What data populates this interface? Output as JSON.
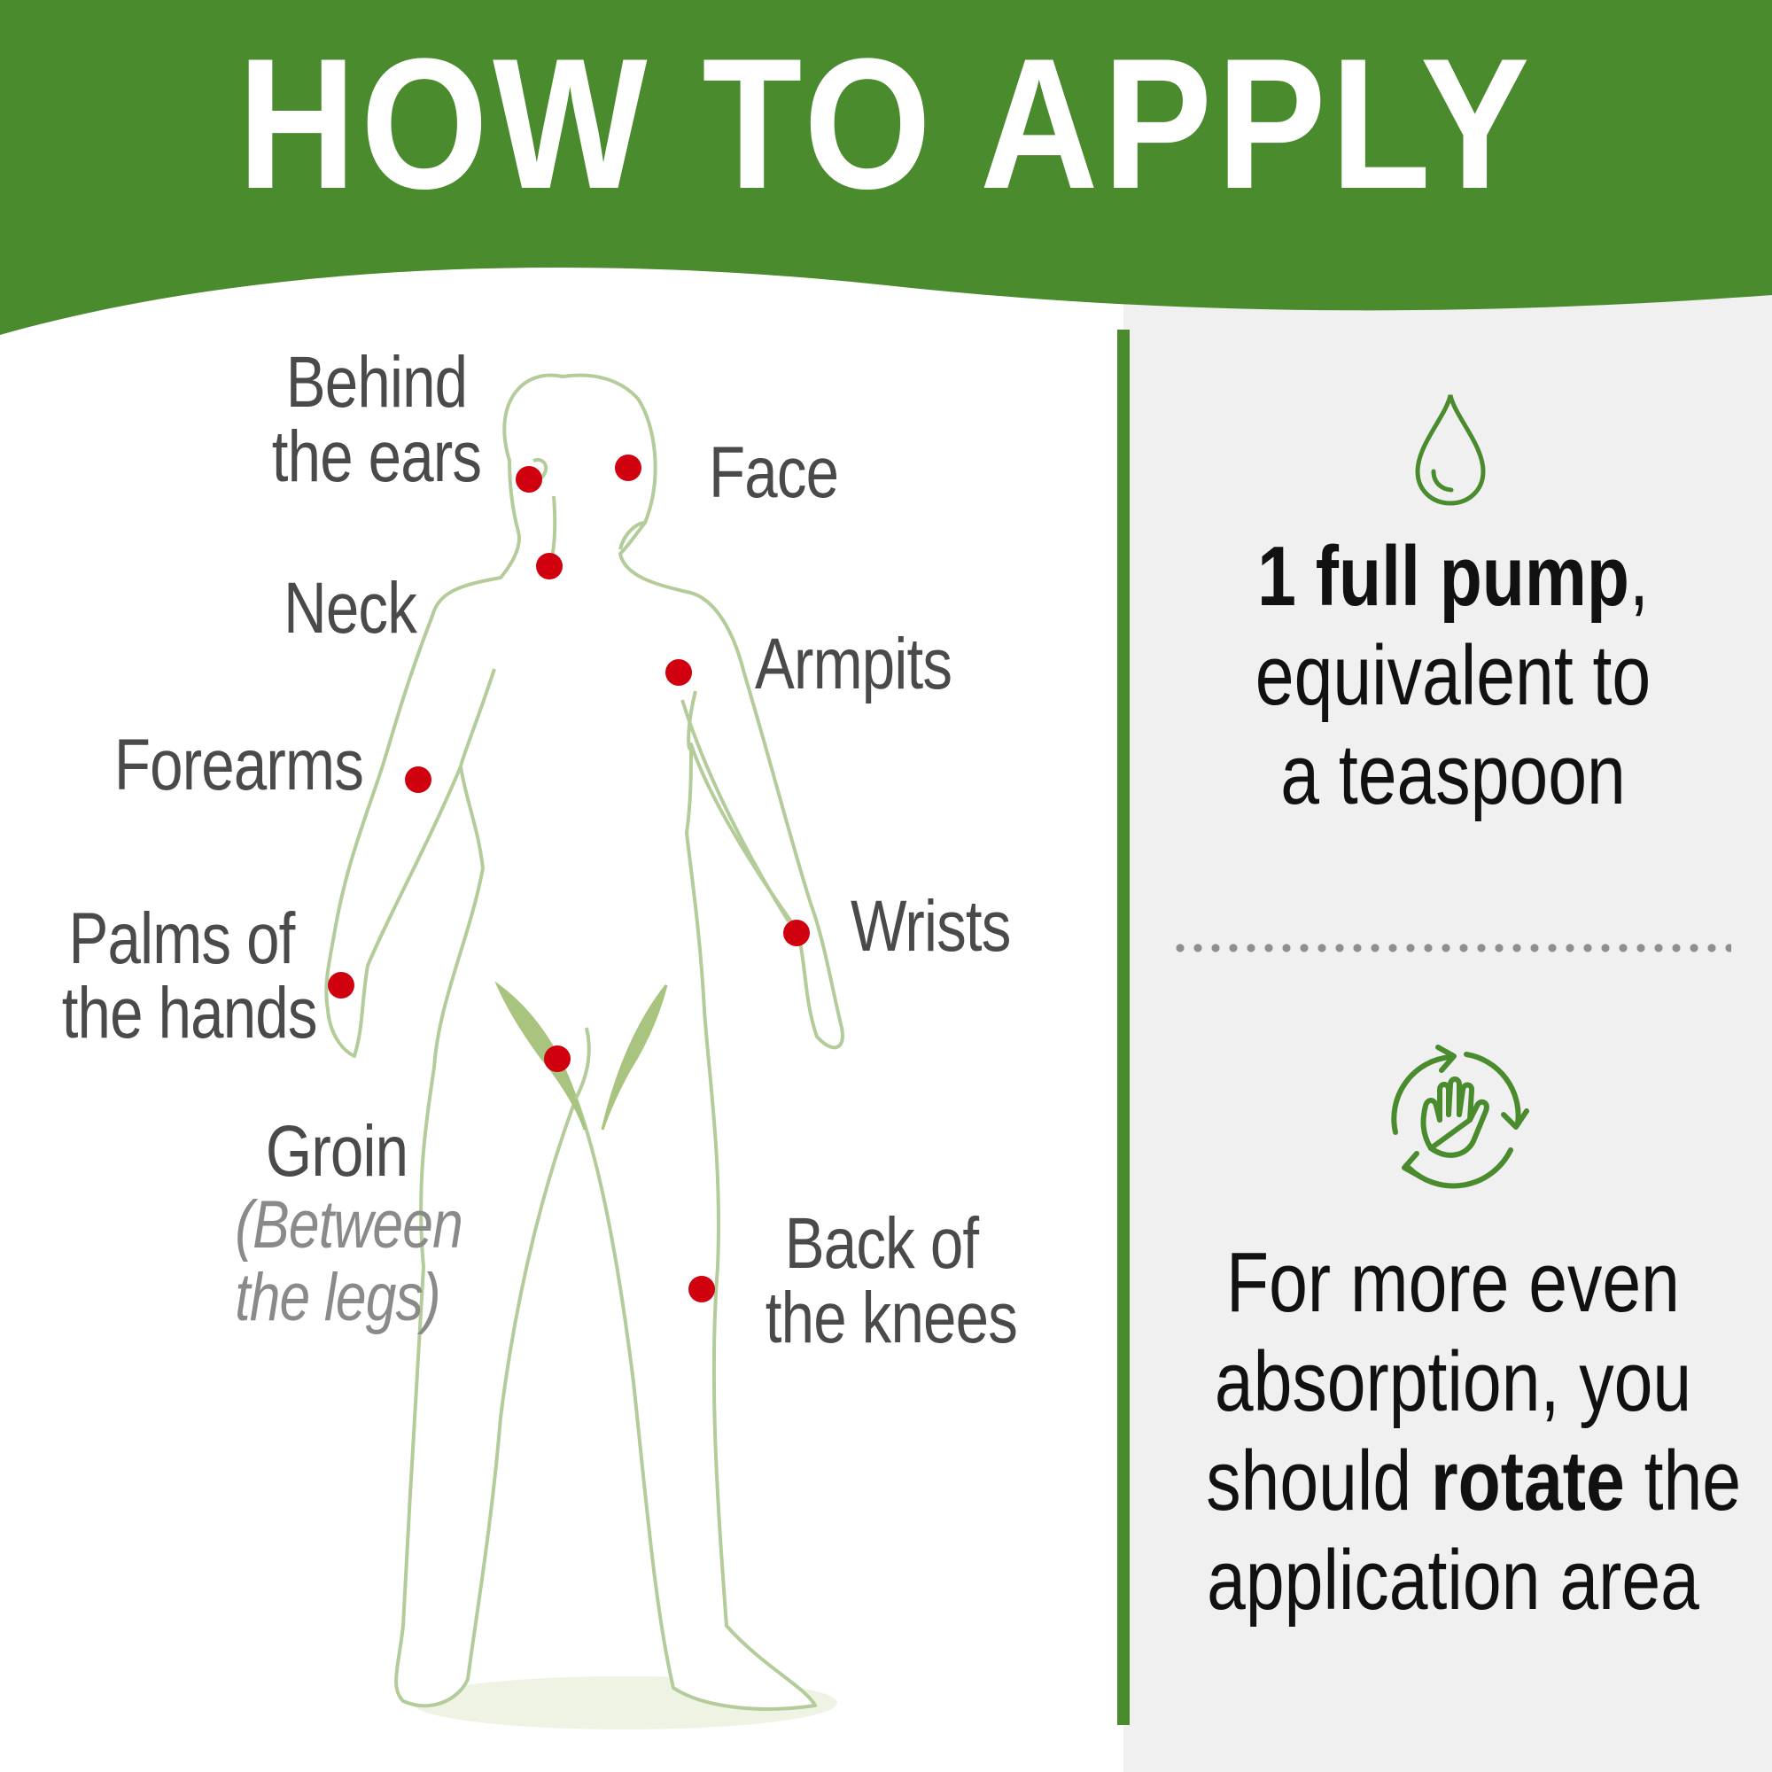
{
  "header": {
    "title": "HOW TO APPLY"
  },
  "colors": {
    "green": "#4a8b2e",
    "dot_red": "#d0000f",
    "body_fill": "#ffffff",
    "body_stroke": "#b3cc9a",
    "panel_bg": "#f0f0f0"
  },
  "labels": {
    "behind_ears": [
      "Behind",
      "the ears"
    ],
    "face": "Face",
    "neck": "Neck",
    "armpits": "Armpits",
    "forearms": "Forearms",
    "palms": [
      "Palms of",
      "the hands"
    ],
    "wrists": "Wrists",
    "groin": "Groin",
    "groin_note": [
      "(Between",
      "the legs)"
    ],
    "knees": [
      "Back of",
      "the knees"
    ]
  },
  "panel": {
    "drop_icon": "water-drop-icon",
    "pump_text": {
      "bold": "1 full pump",
      "rest": ",",
      "line2": "equivalent to",
      "line3": "a teaspoon"
    },
    "rotate_icon": "rotate-hand-icon",
    "rotate_text": {
      "line1": "For more even",
      "line2": "absorption, you",
      "line3_pre": "should ",
      "line3_bold": "rotate",
      "line3_post": " the",
      "line4": "application area"
    }
  }
}
